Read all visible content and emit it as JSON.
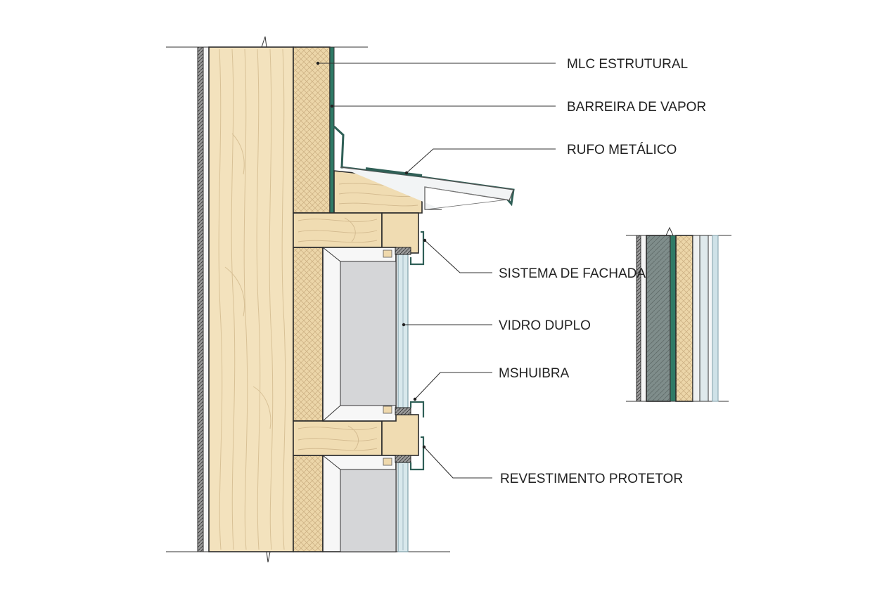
{
  "labels": [
    "MLC ESTRUTURAL",
    "BARREIRA DE VAPOR",
    "RUFO METÁLICO",
    "SISTEMA DE FACHADA",
    "VIDRO DUPLO",
    "MSHUIBRA",
    "REVESTIMENTO PROTETOR"
  ],
  "colors": {
    "timber": "#f3e3bf",
    "timber_grain": "#d9c39a",
    "insulation": "#e9d3a6",
    "insulation_hatch": "#c8ad80",
    "vapor_barrier": "#2f7a66",
    "glass": "#d8e8ec",
    "glass_edge": "#9fb9c2",
    "cavity": "#d7d8da",
    "gasket": "#2a2a2a",
    "concrete_grey": "#7d8c8a",
    "metal": "#f4f6f7"
  },
  "icons": {
    "break_marks": "zigzag-break-line",
    "leader_dots": "dot-terminator"
  }
}
